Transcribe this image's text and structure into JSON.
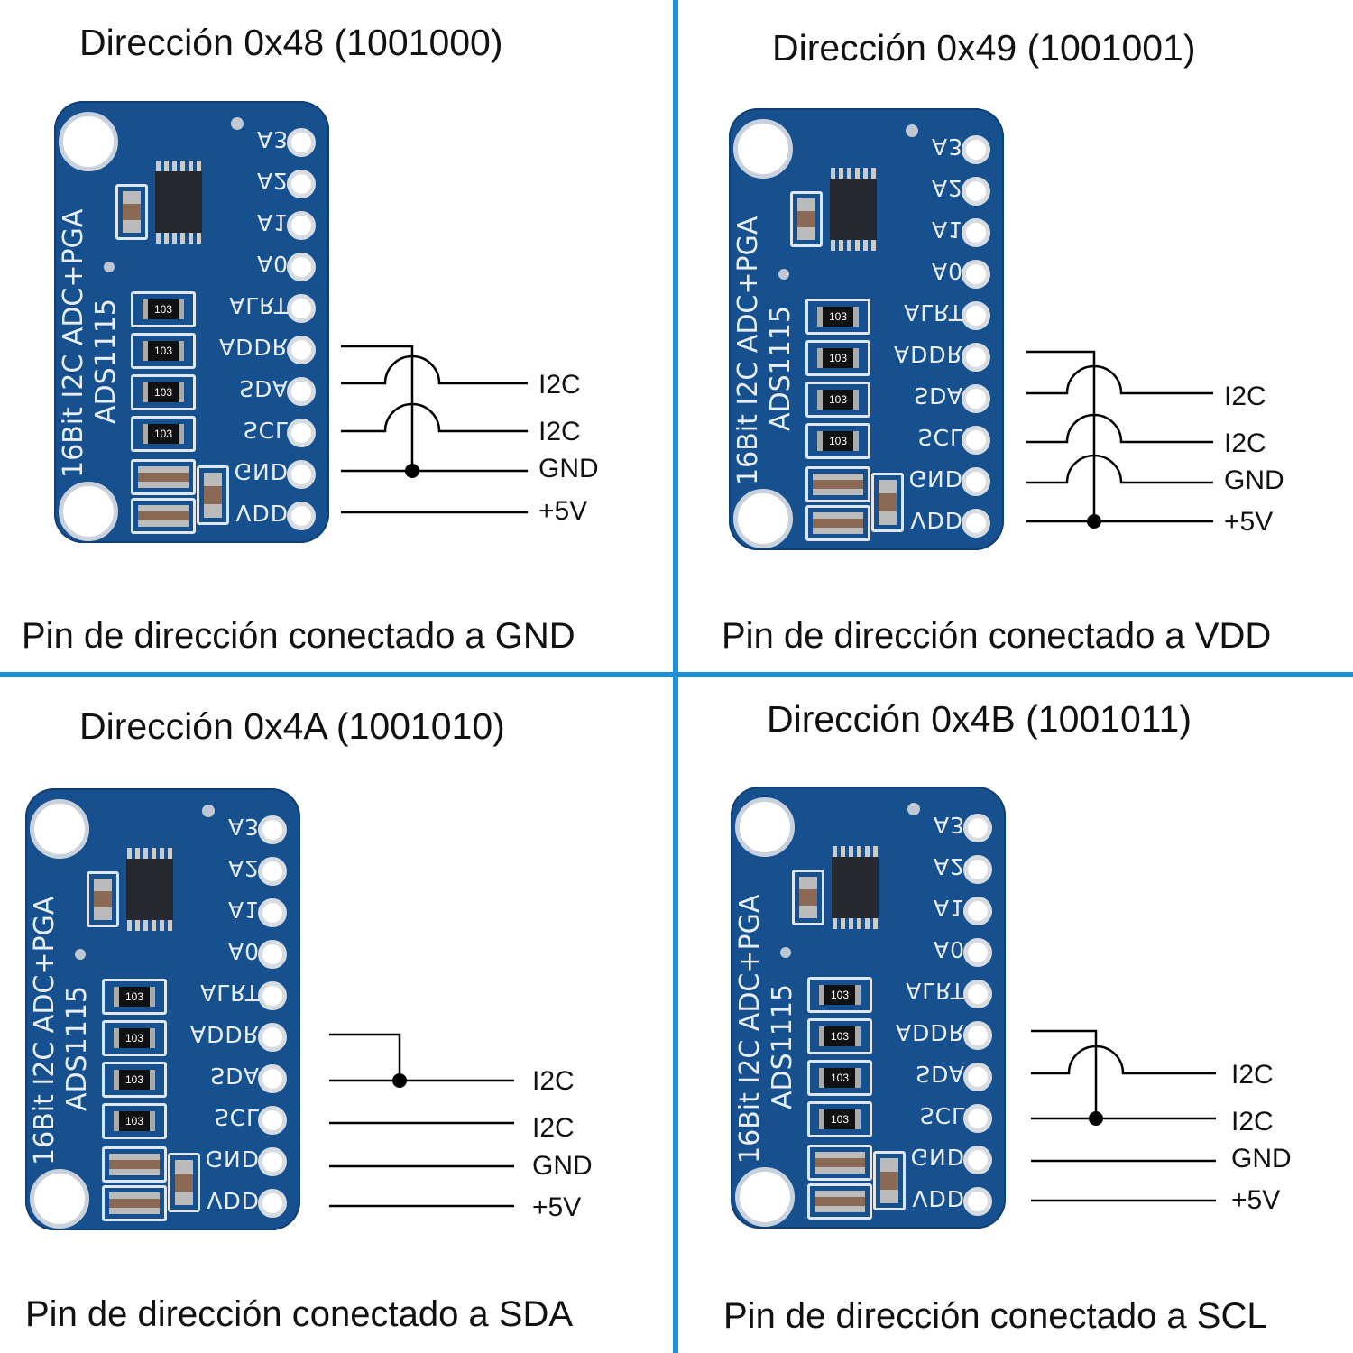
{
  "board": {
    "pins": [
      "A3",
      "A2",
      "A1",
      "A0",
      "ALRT",
      "ADDR",
      "SDA",
      "SCL",
      "GND",
      "VDD"
    ],
    "silkscreen_line1": "16Bit I2C ADC+PGA",
    "silkscreen_line2": "ADS1115",
    "resistor_code": "103",
    "color": "#17508f"
  },
  "divider_color": "#1e90d6",
  "panels": [
    {
      "title": "Dirección 0x48 (1001000)",
      "caption": "Pin de dirección conectado a GND",
      "wire_labels": [
        "I2C",
        "I2C",
        "GND",
        "+5V"
      ],
      "addr_connected_to": "GND"
    },
    {
      "title": "Dirección 0x49 (1001001)",
      "caption": "Pin de dirección conectado a VDD",
      "wire_labels": [
        "I2C",
        "I2C",
        "GND",
        "+5V"
      ],
      "addr_connected_to": "VDD"
    },
    {
      "title": "Dirección 0x4A (1001010)",
      "caption": "Pin de dirección conectado a SDA",
      "wire_labels": [
        "I2C",
        "I2C",
        "GND",
        "+5V"
      ],
      "addr_connected_to": "SDA"
    },
    {
      "title": "Dirección 0x4B (1001011)",
      "caption": "Pin de dirección conectado a SCL",
      "wire_labels": [
        "I2C",
        "I2C",
        "GND",
        "+5V"
      ],
      "addr_connected_to": "SCL"
    }
  ]
}
